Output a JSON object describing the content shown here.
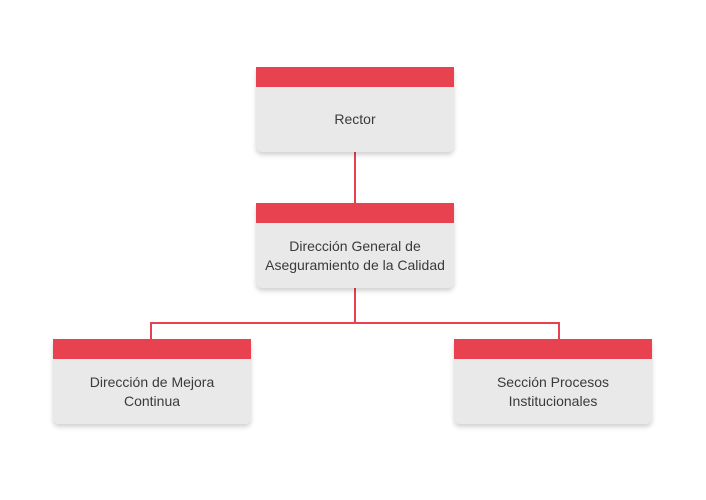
{
  "org_chart": {
    "nodes": {
      "rector": {
        "label": "Rector"
      },
      "general": {
        "label": "Dirección General de\nAseguramiento de la Calidad"
      },
      "mejora": {
        "label": "Dirección de Mejora\nContinua"
      },
      "procesos": {
        "label": "Sección Procesos\nInstitucionales"
      }
    },
    "colors": {
      "header": "#e8414f",
      "box": "#e9e9ea",
      "text": "#3a3a3a",
      "connector": "#e8414f"
    }
  }
}
